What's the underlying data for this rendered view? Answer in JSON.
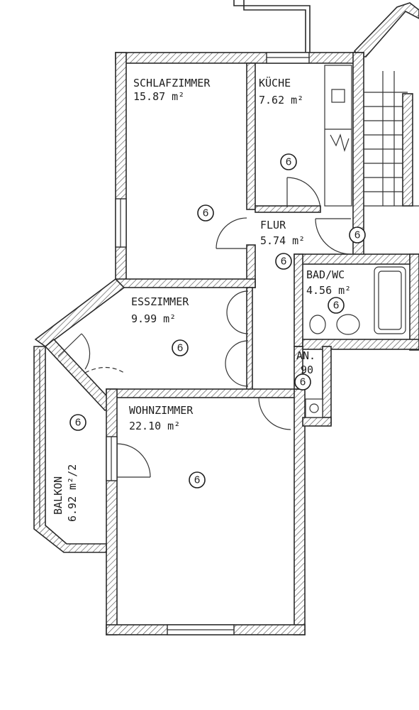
{
  "rooms": {
    "schlafzimmer": {
      "name": "SCHLAFZIMMER",
      "area": "15.87 m²",
      "code": "6"
    },
    "kueche": {
      "name": "KÜCHE",
      "area": "7.62 m²",
      "code": "6"
    },
    "flur": {
      "name": "FLUR",
      "area": "5.74 m²",
      "code": "6"
    },
    "bad_wc": {
      "name": "BAD/WC",
      "area": "4.56 m²",
      "code": "6"
    },
    "esszimmer": {
      "name": "ESSZIMMER",
      "area": "9.99 m²",
      "code": "6"
    },
    "wohnzimmer": {
      "name": "WOHNZIMMER",
      "area": "22.10 m²",
      "code": "6"
    },
    "balkon": {
      "name": "BALKON",
      "area": "6.92 m²/2",
      "code": "6"
    },
    "an": {
      "name": "AN.",
      "area": "90"
    }
  },
  "extra_codes": [
    "6",
    "6"
  ]
}
